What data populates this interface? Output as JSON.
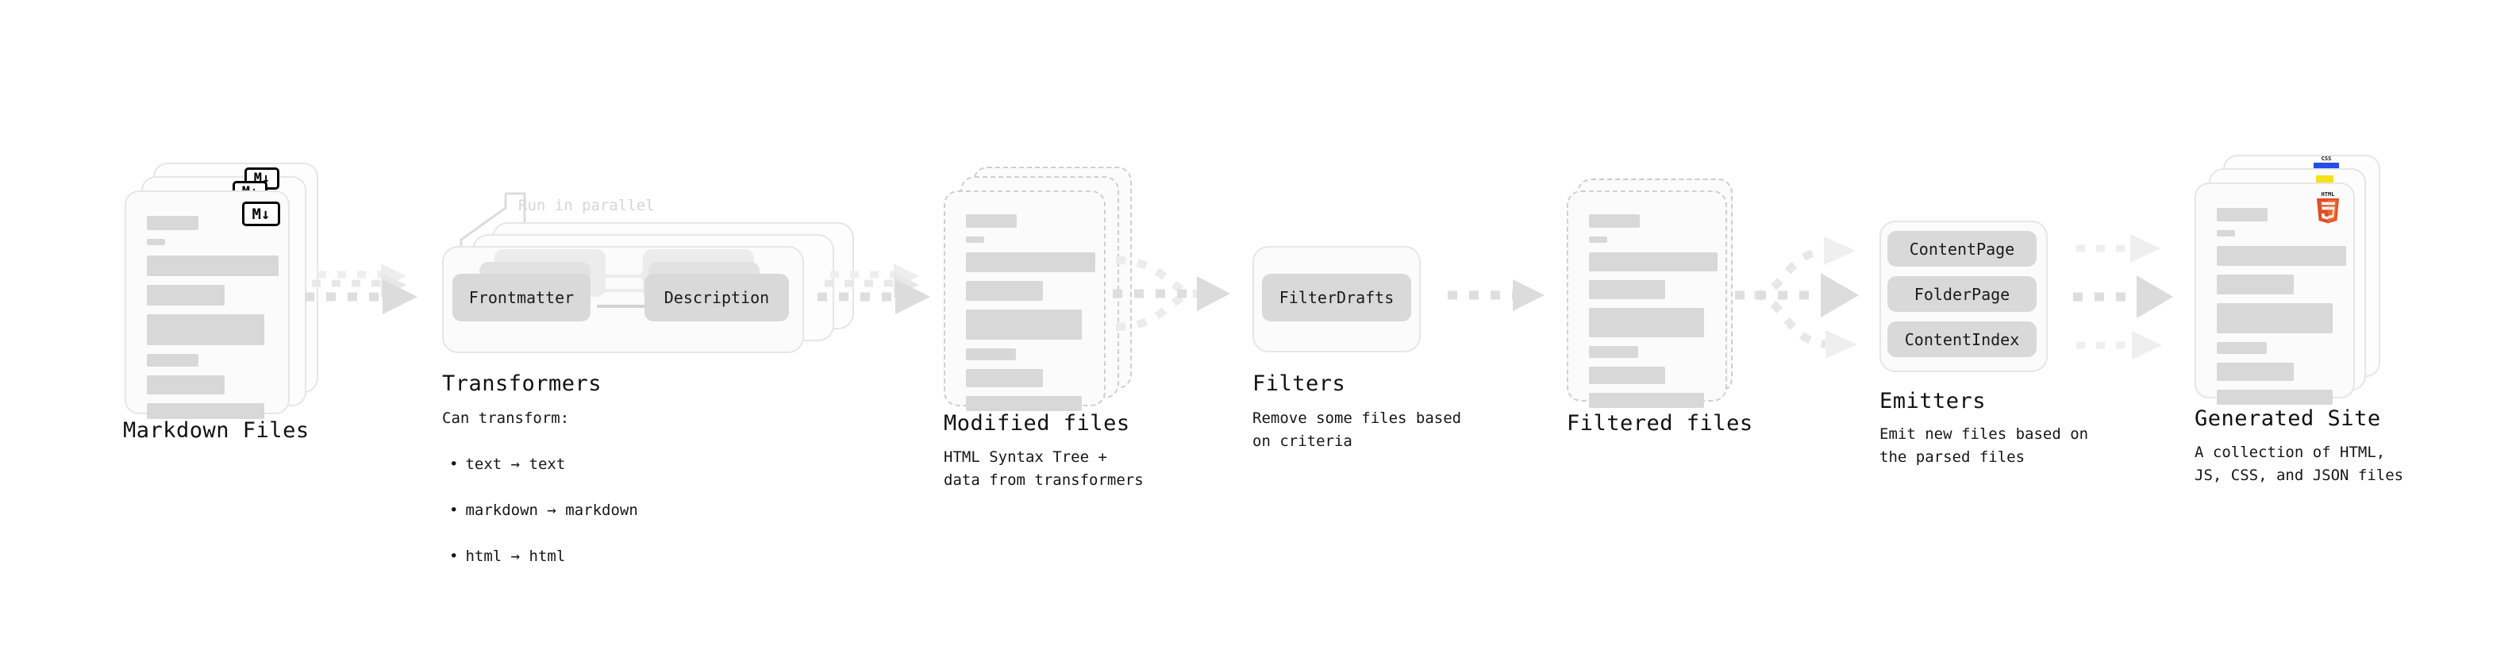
{
  "diagram": {
    "title_font_note": "monospace",
    "colors": {
      "bar": "#d8d8d8",
      "card_border": "#e6e6e6",
      "dashed_border": "#cfcfcf",
      "pill": "#d9d9d9",
      "arrow": "#d9d9d9",
      "html5_orange": "#e44d26",
      "html5_orange_light": "#f16529",
      "js_yellow": "#f7df1e",
      "css_blue": "#264de4",
      "muted_text": "#d6d6d6"
    },
    "stages": [
      {
        "id": "markdown-files",
        "title": "Markdown Files",
        "description": "",
        "icon": "markdown-icon",
        "icon_label": "M↓",
        "stacked": true,
        "style": "solid"
      },
      {
        "id": "transformers",
        "title": "Transformers",
        "description": "Can transform:",
        "bullets": [
          "text → text",
          "markdown → markdown",
          "html → html"
        ],
        "annotation": "Run in parallel",
        "pills": [
          "Frontmatter",
          "Description"
        ],
        "stacked": true,
        "style": "solid"
      },
      {
        "id": "modified-files",
        "title": "Modified files",
        "description": "HTML Syntax Tree +\ndata from transformers",
        "stacked": true,
        "style": "dashed"
      },
      {
        "id": "filters",
        "title": "Filters",
        "description": "Remove some files based\non criteria",
        "pills": [
          "FilterDrafts"
        ],
        "stacked": false,
        "style": "solid"
      },
      {
        "id": "filtered-files",
        "title": "Filtered files",
        "description": "",
        "stacked": true,
        "style": "dashed"
      },
      {
        "id": "emitters",
        "title": "Emitters",
        "description": "Emit new files based on\nthe parsed files",
        "pills": [
          "ContentPage",
          "FolderPage",
          "ContentIndex"
        ],
        "stacked": false,
        "style": "solid"
      },
      {
        "id": "generated-site",
        "title": "Generated Site",
        "description": "A collection of HTML,\nJS, CSS, and JSON files",
        "icon": "html5-icon",
        "icon_label": "HTML",
        "icon_digit": "5",
        "badges": [
          "js-badge",
          "css-badge"
        ],
        "css_badge_label": "CSS",
        "stacked": true,
        "style": "solid"
      }
    ],
    "connectors": [
      {
        "from": "markdown-files",
        "to": "transformers",
        "kind": "stacked-dashed-arrow"
      },
      {
        "from": "transformers",
        "to": "modified-files",
        "kind": "stacked-dashed-arrow"
      },
      {
        "from": "modified-files",
        "to": "filters",
        "kind": "merge-dashed-arrow"
      },
      {
        "from": "filters",
        "to": "filtered-files",
        "kind": "dashed-arrow"
      },
      {
        "from": "filtered-files",
        "to": "emitters",
        "kind": "fan-out-dashed-arrow"
      },
      {
        "from": "emitters",
        "to": "generated-site",
        "kind": "triple-dashed-arrow"
      }
    ]
  }
}
